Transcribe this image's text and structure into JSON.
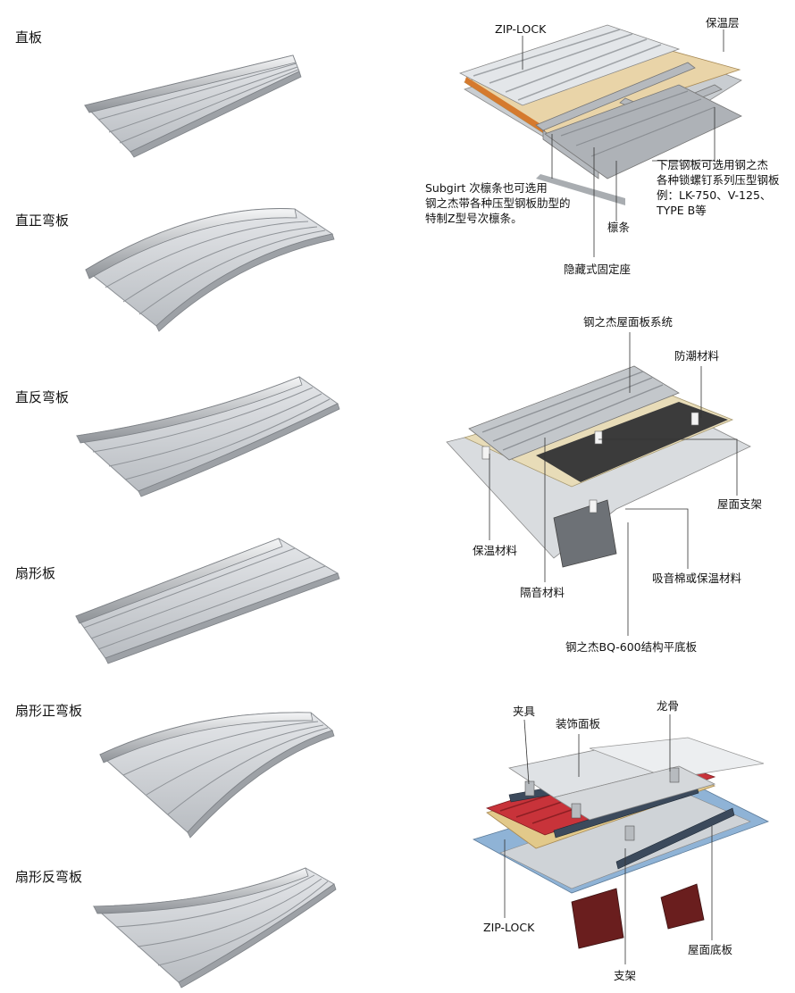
{
  "panels": [
    {
      "label": "直板"
    },
    {
      "label": "直正弯板"
    },
    {
      "label": "直反弯板"
    },
    {
      "label": "扇形板"
    },
    {
      "label": "扇形正弯板"
    },
    {
      "label": "扇形反弯板"
    }
  ],
  "diagram1": {
    "zip_lock": "ZIP-LOCK",
    "insulation": "保温层",
    "subgirt": [
      "Subgirt 次檩条也可选用",
      "钢之杰带各种压型钢板肋型的",
      "特制Z型号次檩条。"
    ],
    "lower_sheet": [
      "下层钢板可选用钢之杰",
      "各种锁螺钉系列压型钢板",
      "例：LK-750、V-125、",
      "TYPE B等"
    ],
    "purlin": "檩条",
    "hidden_bracket": "隐藏式固定座"
  },
  "diagram2": {
    "roof_system": "钢之杰屋面板系统",
    "moisture": "防潮材料",
    "roof_support": "屋面支架",
    "insulation_material": "保温材料",
    "sound_absorb": "吸音棉或保温材料",
    "sound_insulation": "隔音材料",
    "base_plate": "钢之杰BQ-600结构平底板"
  },
  "diagram3": {
    "clamp": "夹具",
    "decor_panel": "装饰面板",
    "keel": "龙骨",
    "zip_lock": "ZIP-LOCK",
    "bracket": "支架",
    "roof_base": "屋面底板"
  }
}
